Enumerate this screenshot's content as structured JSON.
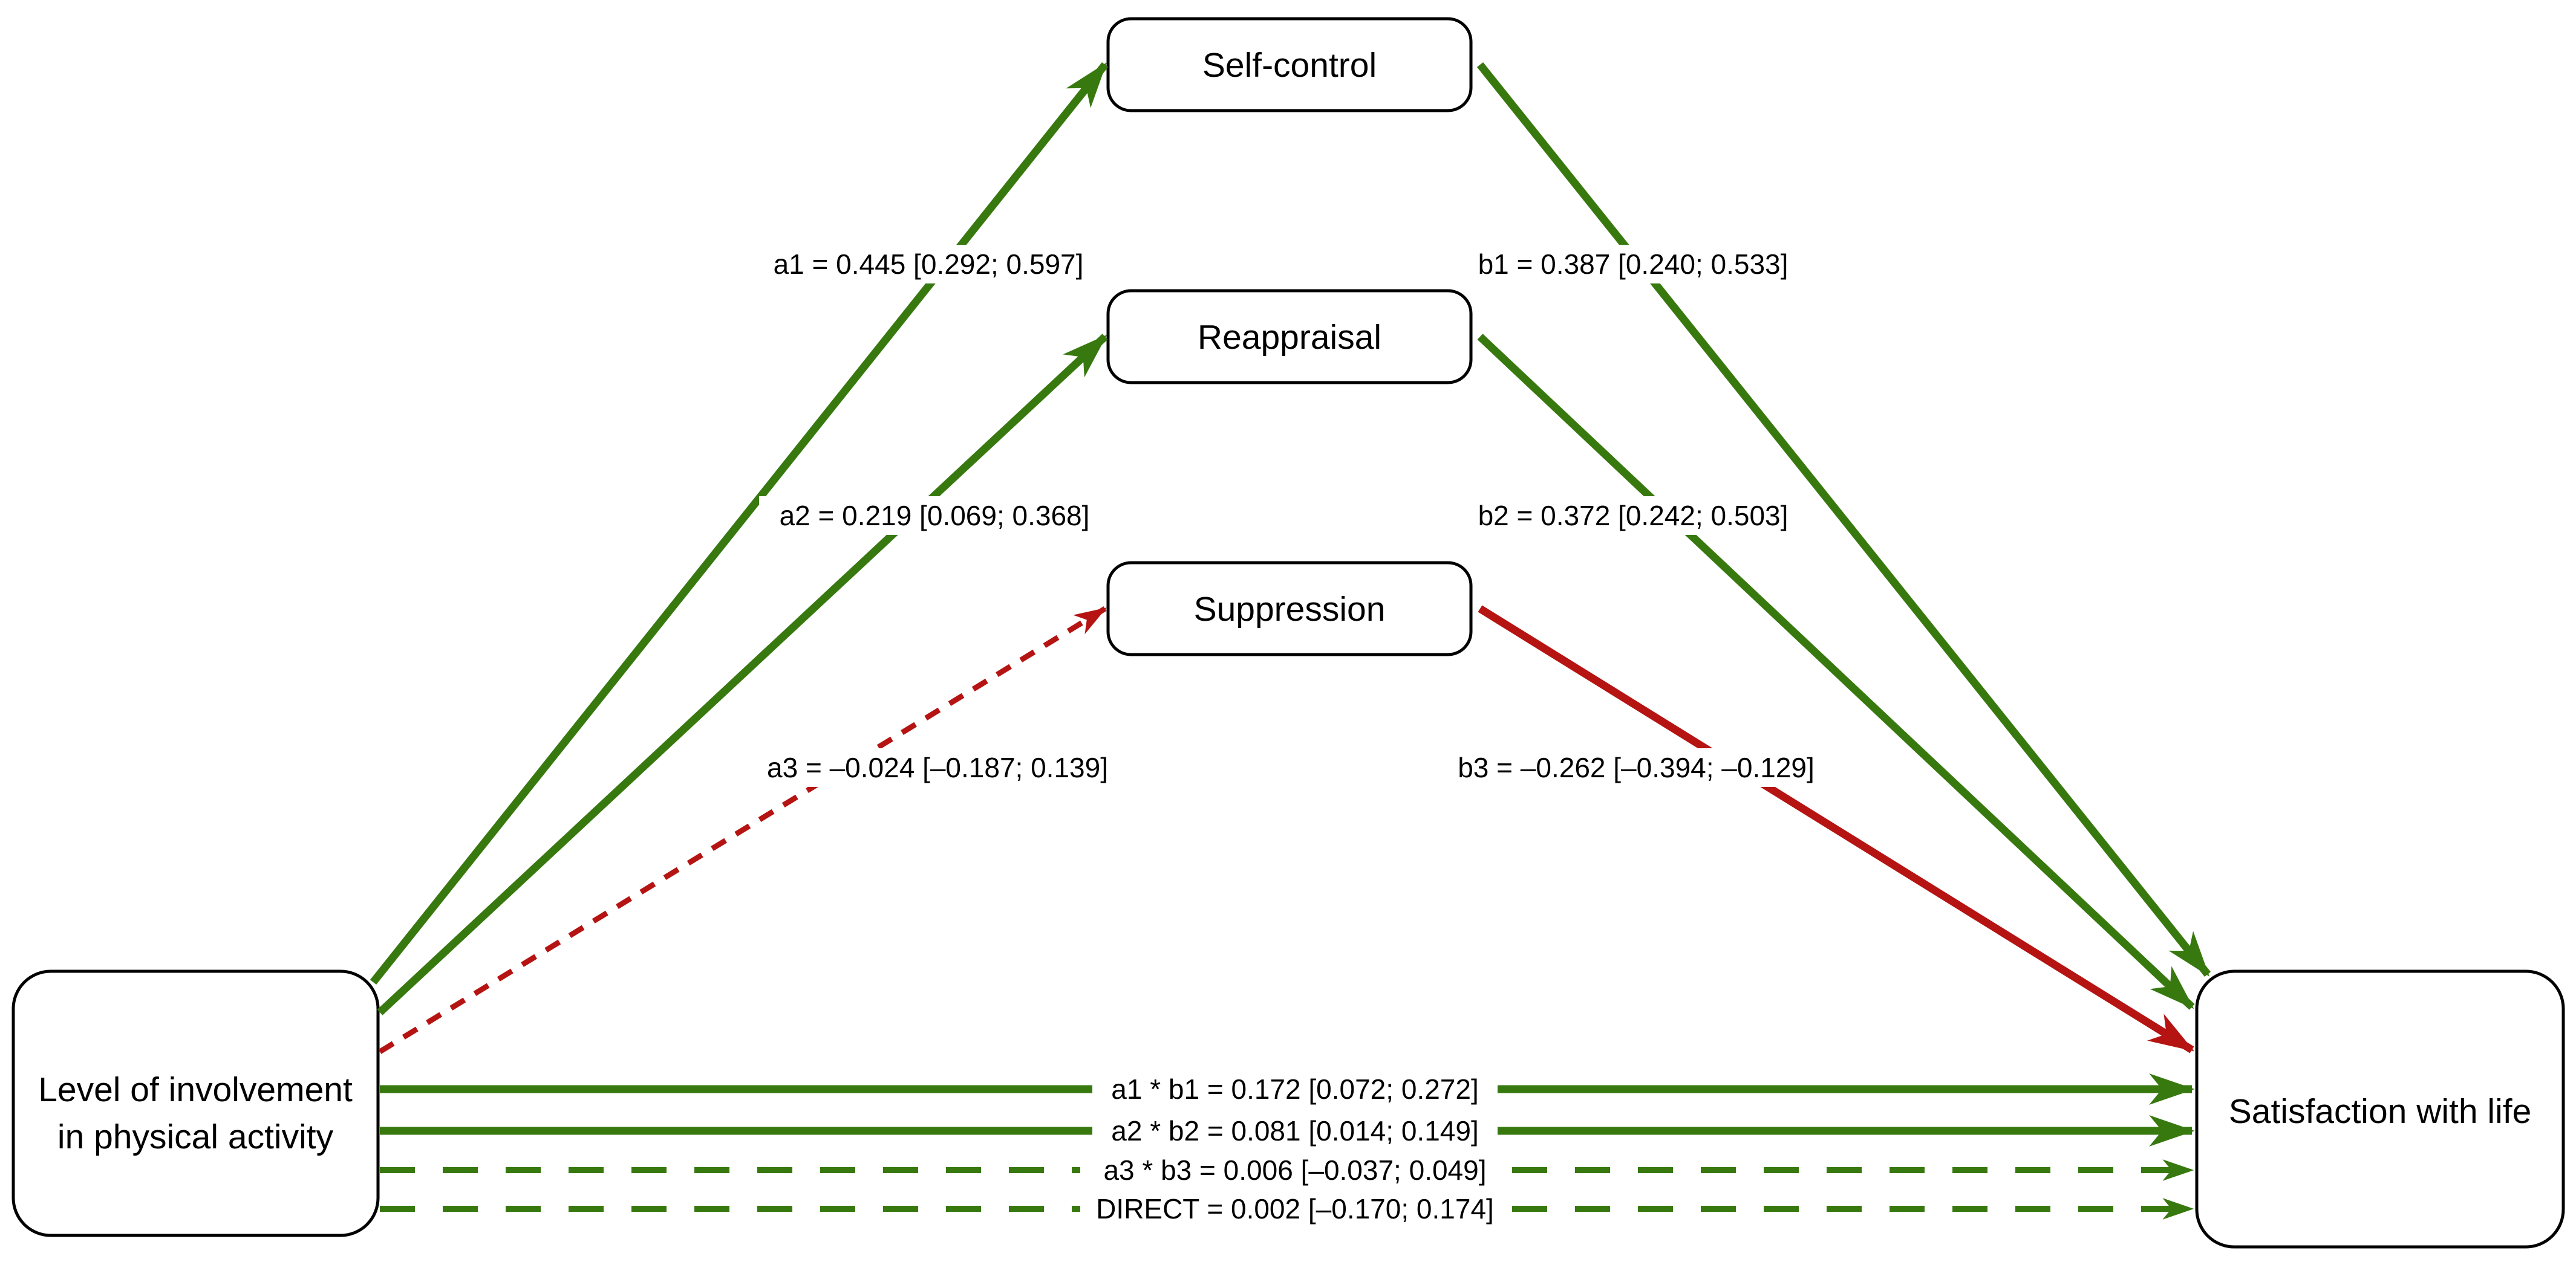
{
  "diagram": {
    "colors": {
      "positive": "#37790e",
      "negative": "#b51413",
      "box_border": "#000000",
      "box_fill": "#ffffff",
      "background": "#ffffff",
      "text": "#000000"
    },
    "nodes": {
      "predictor": {
        "label_line1": "Level of involvement",
        "label_line2": "in physical activity"
      },
      "mediator1": {
        "label": "Self-control"
      },
      "mediator2": {
        "label": "Reappraisal"
      },
      "mediator3": {
        "label": "Suppression"
      },
      "outcome": {
        "label": "Satisfaction with life"
      }
    },
    "paths": {
      "a1": {
        "label": "a1 = 0.445 [0.292; 0.597]",
        "estimate": 0.445,
        "ci_lower": 0.292,
        "ci_upper": 0.597,
        "from": "predictor",
        "to": "mediator1",
        "effect": "positive",
        "line_style": "solid"
      },
      "a2": {
        "label": "a2 = 0.219 [0.069; 0.368]",
        "estimate": 0.219,
        "ci_lower": 0.069,
        "ci_upper": 0.368,
        "from": "predictor",
        "to": "mediator2",
        "effect": "positive",
        "line_style": "solid"
      },
      "a3": {
        "label": "a3 = –0.024 [–0.187; 0.139]",
        "estimate": -0.024,
        "ci_lower": -0.187,
        "ci_upper": 0.139,
        "from": "predictor",
        "to": "mediator3",
        "effect": "negative",
        "line_style": "dashed"
      },
      "b1": {
        "label": "b1 = 0.387 [0.240; 0.533]",
        "estimate": 0.387,
        "ci_lower": 0.24,
        "ci_upper": 0.533,
        "from": "mediator1",
        "to": "outcome",
        "effect": "positive",
        "line_style": "solid"
      },
      "b2": {
        "label": "b2 = 0.372 [0.242; 0.503]",
        "estimate": 0.372,
        "ci_lower": 0.242,
        "ci_upper": 0.503,
        "from": "mediator2",
        "to": "outcome",
        "effect": "positive",
        "line_style": "solid"
      },
      "b3": {
        "label": "b3 = –0.262 [–0.394; –0.129]",
        "estimate": -0.262,
        "ci_lower": -0.394,
        "ci_upper": -0.129,
        "from": "mediator3",
        "to": "outcome",
        "effect": "negative",
        "line_style": "solid"
      },
      "a1b1": {
        "label": "a1 * b1 = 0.172 [0.072; 0.272]",
        "estimate": 0.172,
        "ci_lower": 0.072,
        "ci_upper": 0.272,
        "from": "predictor",
        "to": "outcome",
        "effect": "positive",
        "line_style": "solid"
      },
      "a2b2": {
        "label": "a2 * b2 = 0.081 [0.014; 0.149]",
        "estimate": 0.081,
        "ci_lower": 0.014,
        "ci_upper": 0.149,
        "from": "predictor",
        "to": "outcome",
        "effect": "positive",
        "line_style": "solid"
      },
      "a3b3": {
        "label": "a3 * b3 = 0.006 [–0.037; 0.049]",
        "estimate": 0.006,
        "ci_lower": -0.037,
        "ci_upper": 0.049,
        "from": "predictor",
        "to": "outcome",
        "effect": "positive",
        "line_style": "dashed"
      },
      "direct": {
        "label": "DIRECT = 0.002 [–0.170; 0.174]",
        "estimate": 0.002,
        "ci_lower": -0.17,
        "ci_upper": 0.174,
        "from": "predictor",
        "to": "outcome",
        "effect": "positive",
        "line_style": "dashed"
      }
    }
  }
}
